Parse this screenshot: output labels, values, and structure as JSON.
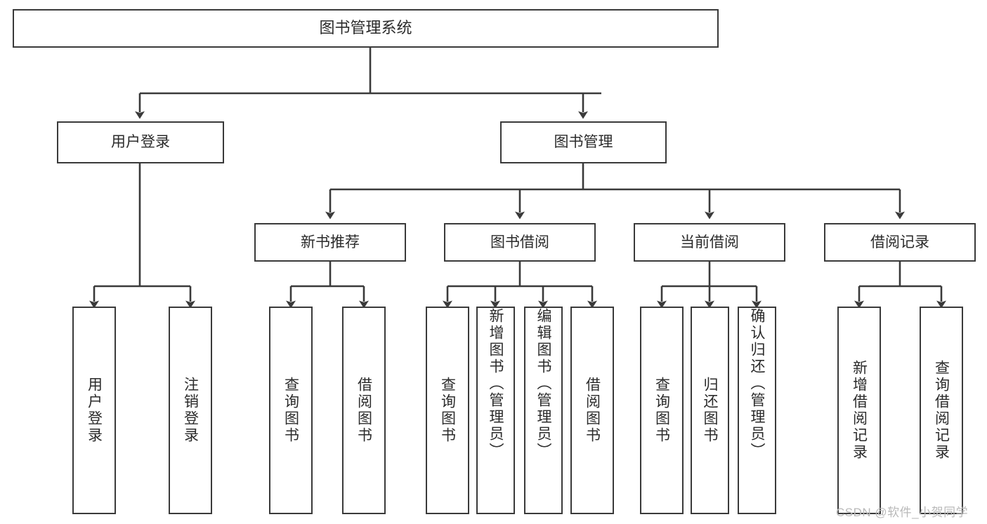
{
  "diagram": {
    "type": "tree-hierarchy",
    "title": "图书管理系统",
    "colors": {
      "box_border": "#3a3a3a",
      "box_fill": "#ffffff",
      "text": "#2b2b2b",
      "connector": "#3a3a3a",
      "watermark": "#b9b9b9",
      "background": "#ffffff"
    },
    "root": {
      "label": "图书管理系统"
    },
    "level1": [
      {
        "label": "用户登录"
      },
      {
        "label": "图书管理"
      }
    ],
    "level2": [
      {
        "label": "新书推荐"
      },
      {
        "label": "图书借阅"
      },
      {
        "label": "当前借阅"
      },
      {
        "label": "借阅记录"
      }
    ],
    "leaves": {
      "user_login": [
        {
          "label": "用户登录"
        },
        {
          "label": "注销登录"
        }
      ],
      "new_book_recommend": [
        {
          "label": "查询图书"
        },
        {
          "label": "借阅图书"
        }
      ],
      "book_borrow": [
        {
          "label": "查询图书"
        },
        {
          "label": "新增图书（管理员）"
        },
        {
          "label": "编辑图书（管理员）"
        },
        {
          "label": "借阅图书"
        }
      ],
      "current_borrow": [
        {
          "label": "查询图书"
        },
        {
          "label": "归还图书"
        },
        {
          "label": "确认归还（管理员）"
        }
      ],
      "borrow_records": [
        {
          "label": "新增借阅记录"
        },
        {
          "label": "查询借阅记录"
        }
      ]
    },
    "watermark": "CSDN @软件_小贺同学"
  }
}
